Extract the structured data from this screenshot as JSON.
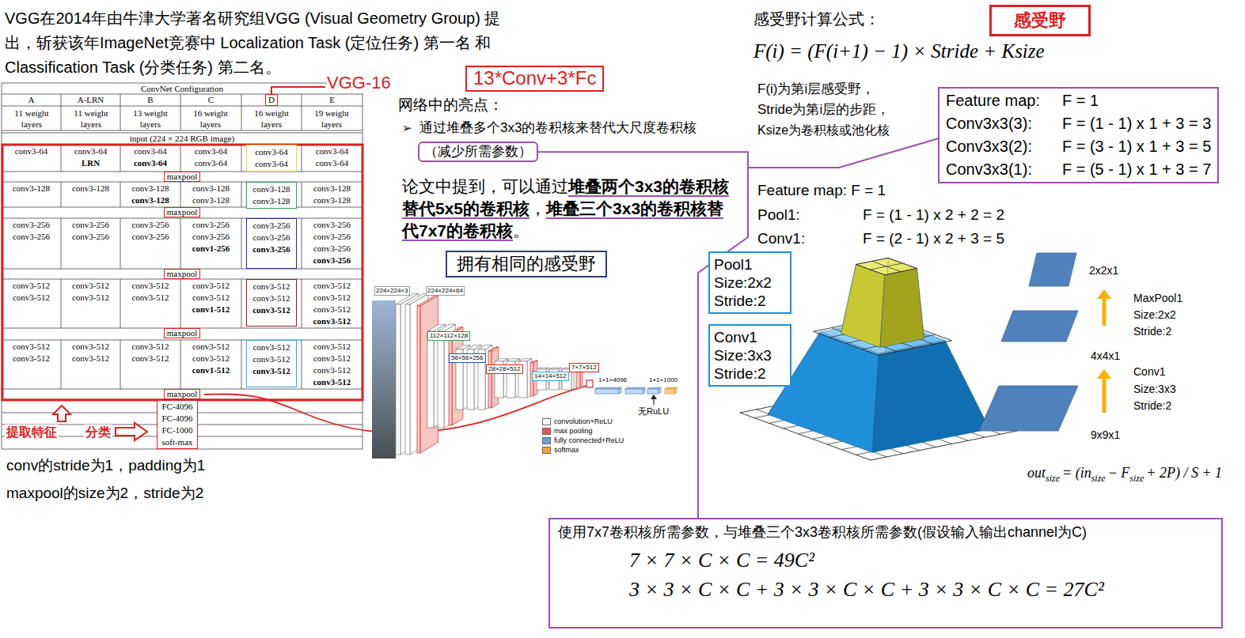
{
  "diagram": {
    "nodes": [
      {
        "text": [
          "13*Conv+3*Fc"
        ]
      },
      {
        "text": [
          "D"
        ]
      },
      {
        "text": [
          "conv3-64",
          "conv3-64"
        ]
      },
      {
        "text": [
          "maxpool"
        ]
      },
      {
        "text": [
          "conv3-128",
          "conv3-128"
        ]
      },
      {
        "text": [
          "maxpool"
        ]
      },
      {
        "text": [
          "conv3-256",
          "conv3-256",
          "conv3-256"
        ]
      },
      {
        "text": [
          "maxpool"
        ]
      },
      {
        "text": [
          "conv3-512",
          "conv3-512",
          "conv3-512"
        ]
      },
      {
        "text": [
          "maxpool"
        ]
      },
      {
        "text": [
          "conv3-512",
          "conv3-512",
          "conv3-512"
        ]
      },
      {
        "text": [
          "maxpool"
        ]
      },
      {
        "text": [
          "FC-4096",
          "FC-4096",
          "FC-1000",
          "soft-max"
        ]
      },
      {
        "text": [
          "（减少所需参数）"
        ]
      },
      {
        "text": [
          "拥有相同的感受野"
        ]
      },
      {
        "text": [
          "112×112×128"
        ]
      },
      {
        "text": [
          "56×56×256"
        ]
      },
      {
        "text": [
          "28×28×512"
        ]
      },
      {
        "text": [
          "14×14×512"
        ]
      },
      {
        "text": [
          "7×7×512"
        ]
      },
      {
        "text": [
          "感受野"
        ]
      },
      {
        "text": [
          "Feature map:",
          "F = 1",
          "Conv3x3(3):",
          "F = (1 - 1) x 1 + 3 = 3",
          "Conv3x3(2):",
          "F = (3 - 1) x 1 + 3 = 5",
          "Conv3x3(1):",
          "F = (5 - 1) x 1 + 3 = 7"
        ]
      },
      {
        "text": [
          "Pool1",
          "Size:2x2",
          "Stride:2"
        ]
      },
      {
        "text": [
          "Conv1",
          "Size:3x3",
          "Stride:2"
        ]
      },
      {
        "text": [
          "使用7x7卷积核所需参数，与堆叠三个3x3卷积核所需参数(假设输入输出channel为C)",
          "7 × 7 × C × C = 49C²",
          "3 × 3 × C × C + 3 × 3 × C × C + 3 × 3 × C × C = 27C²"
        ]
      }
    ],
    "edges": [
      {
        "from": 13,
        "to": 24,
        "arrow": "none"
      }
    ],
    "labels": [
      "VGG在2014年由牛津大学著名研究组VGG (Visual Geometry Group) 提出，斩获该年ImageNet竞赛中 Localization Task (定位任务) 第一名 和 Classification Task (分类任务) 第二名。",
      "VGG-16",
      "ConvNet Configuration",
      "A",
      "A-LRN",
      "B",
      "C",
      "E",
      "11 weight layers",
      "11 weight layers",
      "13 weight layers",
      "16 weight layers",
      "16 weight layers",
      "19 weight layers",
      "input (224 × 224 RGB image)",
      "conv3-64",
      "conv3-64",
      "LRN",
      "conv3-64",
      "conv3-64",
      "conv3-64",
      "conv3-64",
      "conv3-64",
      "conv3-64",
      "conv3-128",
      "conv3-128",
      "conv3-128",
      "conv3-128",
      "conv3-128",
      "conv3-128",
      "conv3-128",
      "conv3-128",
      "conv3-256",
      "conv3-256",
      "conv3-256",
      "conv3-256",
      "conv3-256",
      "conv3-256",
      "conv3-256",
      "conv3-256",
      "conv1-256",
      "conv3-256",
      "conv3-256",
      "conv3-256",
      "conv3-256",
      "conv3-512",
      "conv3-512",
      "conv3-512",
      "conv3-512",
      "conv3-512",
      "conv3-512",
      "conv3-512",
      "conv3-512",
      "conv1-512",
      "conv3-512",
      "conv3-512",
      "conv3-512",
      "conv3-512",
      "conv3-512",
      "conv3-512",
      "conv3-512",
      "conv3-512",
      "conv3-512",
      "conv3-512",
      "conv3-512",
      "conv3-512",
      "conv1-512",
      "conv3-512",
      "conv3-512",
      "conv3-512",
      "conv3-512",
      "提取特征",
      "分类",
      "conv的stride为1，padding为1",
      "maxpool的size为2，stride为2",
      "网络中的亮点：",
      "➢",
      "通过堆叠多个3x3的卷积核来替代大尺度卷积核",
      "论文中提到，可以通过",
      "堆叠两个3x3的卷积核替代5x5的卷积核",
      "，",
      "堆叠三个3x3的卷积核替代7x7的卷积核",
      "。",
      "224×224×3",
      "224×224×64",
      "1×1×4096",
      "1×1×1000",
      "无RuLU",
      "感受野计算公式：",
      "F(i) = (F(i+1) − 1) × Stride + Ksize",
      "F(i)为第i层感受野，",
      "Stride为第i层的步距，",
      "Ksize为卷积核或池化核",
      "Feature map: F = 1",
      "Pool1:",
      "F = (1 - 1) x 2 + 2 = 2",
      "Conv1:",
      "F = (2 - 1) x 2 + 3 = 5",
      "2x2x1",
      "MaxPool1",
      "Size:2x2",
      "Stride:2",
      "4x4x1",
      "Conv1",
      "Size:3x3",
      "Stride:2",
      "9x9x1",
      "out",
      "size",
      "= (",
      "in",
      "size",
      "− F",
      "size",
      "+ 2P) / S + 1"
    ],
    "legend": [
      {
        "text": "convolution+ReLU",
        "color": "#ffffff"
      },
      {
        "text": "max pooling",
        "color": "#e8574f"
      },
      {
        "text": "fully connected+ReLU",
        "color": "#6f9fe0"
      },
      {
        "text": "softmax",
        "color": "#f2a33a"
      }
    ]
  }
}
